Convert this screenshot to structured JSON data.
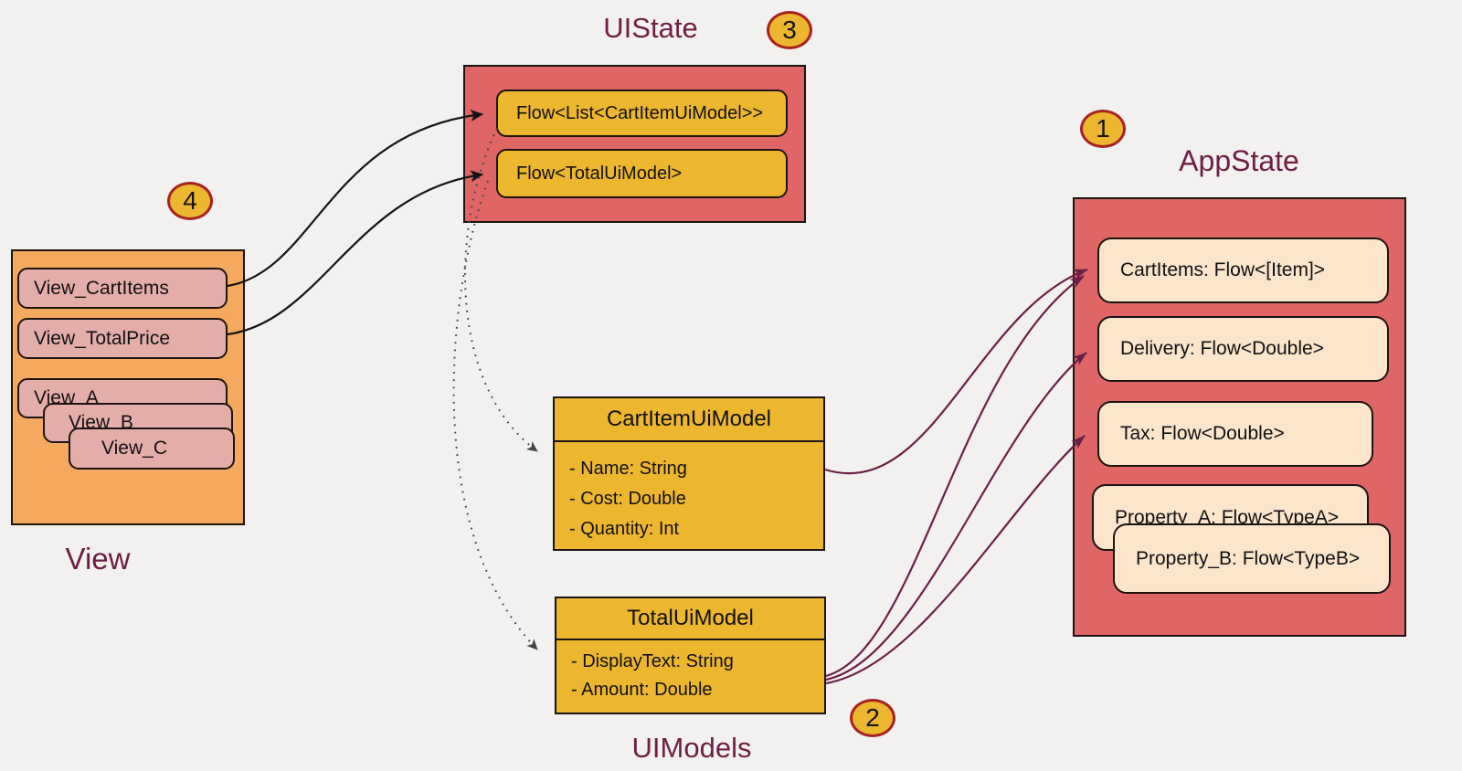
{
  "diagram": {
    "ui_state": {
      "title": "UIState",
      "badge": "3",
      "items": [
        "Flow<List<CartItemUiModel>>",
        "Flow<TotalUiModel>"
      ]
    },
    "app_state": {
      "title": "AppState",
      "badge": "1",
      "items": [
        "CartItems: Flow<[Item]>",
        "Delivery: Flow<Double>",
        "Tax: Flow<Double>",
        "Property_A: Flow<TypeA>",
        "Property_B: Flow<TypeB>"
      ]
    },
    "view": {
      "title": "View",
      "badge": "4",
      "items": [
        "View_CartItems",
        "View_TotalPrice",
        "View_A",
        "View_B",
        "View_C"
      ]
    },
    "ui_models": {
      "title": "UIModels",
      "badge": "2",
      "classes": [
        {
          "name": "CartItemUiModel",
          "attributes": [
            "- Name: String",
            "- Cost: Double",
            "- Quantity: Int"
          ]
        },
        {
          "name": "TotalUiModel",
          "attributes": [
            "- DisplayText: String",
            "- Amount: Double"
          ]
        }
      ]
    },
    "colors": {
      "background": "#f2f1ef",
      "container_red": "#e06565",
      "container_orange": "#f4a95e",
      "pill_yellow": "#ecb72e",
      "pill_cream": "#fbe5cb",
      "pill_pink": "#e3aea9",
      "title_maroon": "#6e1e44",
      "arrow_black": "#141414",
      "arrow_dotted_gray": "#454545",
      "arrow_maroon": "#6b1f47",
      "badge_fill": "#ecb72e",
      "badge_border": "#a82222"
    }
  }
}
